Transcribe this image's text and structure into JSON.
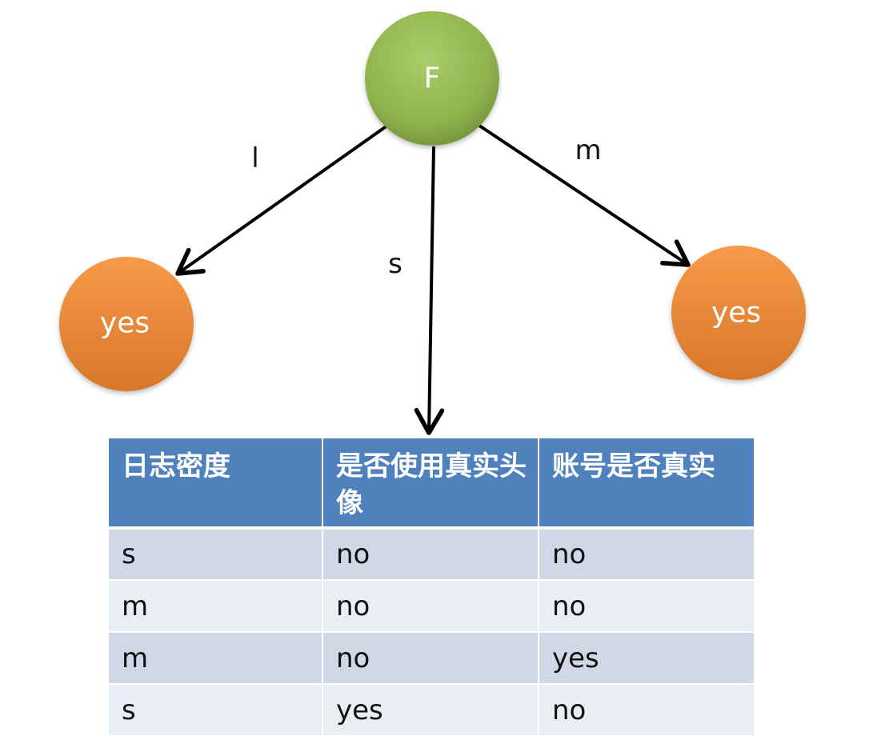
{
  "nodes": {
    "root": "F",
    "left": "yes",
    "right": "yes"
  },
  "edges": {
    "left": "l",
    "middle": "s",
    "right": "m"
  },
  "table": {
    "headers": [
      "日志密度",
      "是否使用真实头像",
      "账号是否真实"
    ],
    "rows": [
      [
        "s",
        "no",
        "no"
      ],
      [
        "m",
        "no",
        "no"
      ],
      [
        "m",
        "no",
        "yes"
      ],
      [
        "s",
        "yes",
        "no"
      ]
    ]
  },
  "colors": {
    "root_node": "#9bbb59",
    "leaf_node": "#f79646",
    "header_bg": "#4f81bd",
    "row_odd_bg": "#d0d8e8",
    "row_even_bg": "#e9edf4"
  }
}
